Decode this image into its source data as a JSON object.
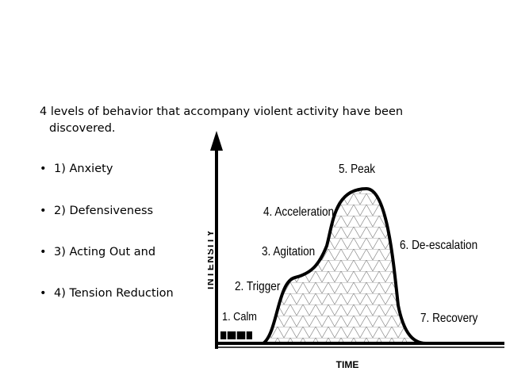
{
  "intro": {
    "line1": "4 levels of behavior that accompany violent activity have been",
    "line2": "discovered."
  },
  "bullets": [
    {
      "marker": "•",
      "text": "1) Anxiety"
    },
    {
      "marker": "•",
      "text": "2) Defensiveness"
    },
    {
      "marker": "•",
      "text": "3) Acting Out and"
    },
    {
      "marker": "•",
      "text": "4) Tension Reduction"
    }
  ],
  "diagram": {
    "ylabel": "INTENSITY",
    "xlabel": "TIME",
    "stages": [
      {
        "label": "1. Calm"
      },
      {
        "label": "2. Trigger"
      },
      {
        "label": "3. Agitation"
      },
      {
        "label": "4. Acceleration"
      },
      {
        "label": "5. Peak"
      },
      {
        "label": "6. De-escalation"
      },
      {
        "label": "7. Recovery"
      }
    ]
  }
}
